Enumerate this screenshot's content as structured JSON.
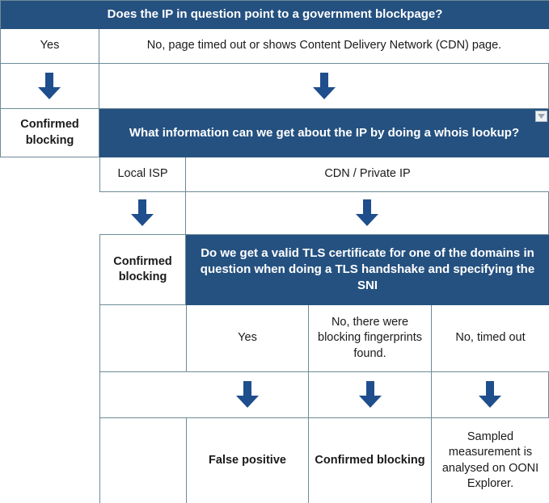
{
  "diagram": {
    "title_row": {
      "question": "Does the IP in question point to a government blockpage?"
    },
    "level1": {
      "answer_yes": "Yes",
      "answer_no": "No, page timed out or shows Content Delivery Network (CDN) page.",
      "outcome_yes": "Confirmed blocking",
      "question_next": "What information can we get about the IP by doing a whois lookup?"
    },
    "level2": {
      "answer_local_isp": "Local ISP",
      "answer_cdn": "CDN / Private IP",
      "outcome_local_isp": "Confirmed blocking",
      "question_next": "Do we get a valid TLS certificate for one of the domains in question when doing a TLS handshake and specifying the SNI"
    },
    "level3": {
      "answer_yes": "Yes",
      "answer_fingerprints": "No, there were blocking fingerprints found.",
      "answer_timeout": "No, timed out",
      "outcome_yes": "False positive",
      "outcome_fingerprints": "Confirmed blocking",
      "outcome_timeout": "Sampled measurement is analysed on OONI Explorer."
    }
  },
  "icons": {
    "down_arrow": "down-arrow-icon",
    "dropdown_triangle": "chevron-down-icon"
  },
  "colors": {
    "header_blue": "#255180",
    "arrow_blue": "#1f4e8c",
    "gridline": "#6d8b97",
    "text": "#1a1a1a",
    "background": "#ffffff"
  }
}
